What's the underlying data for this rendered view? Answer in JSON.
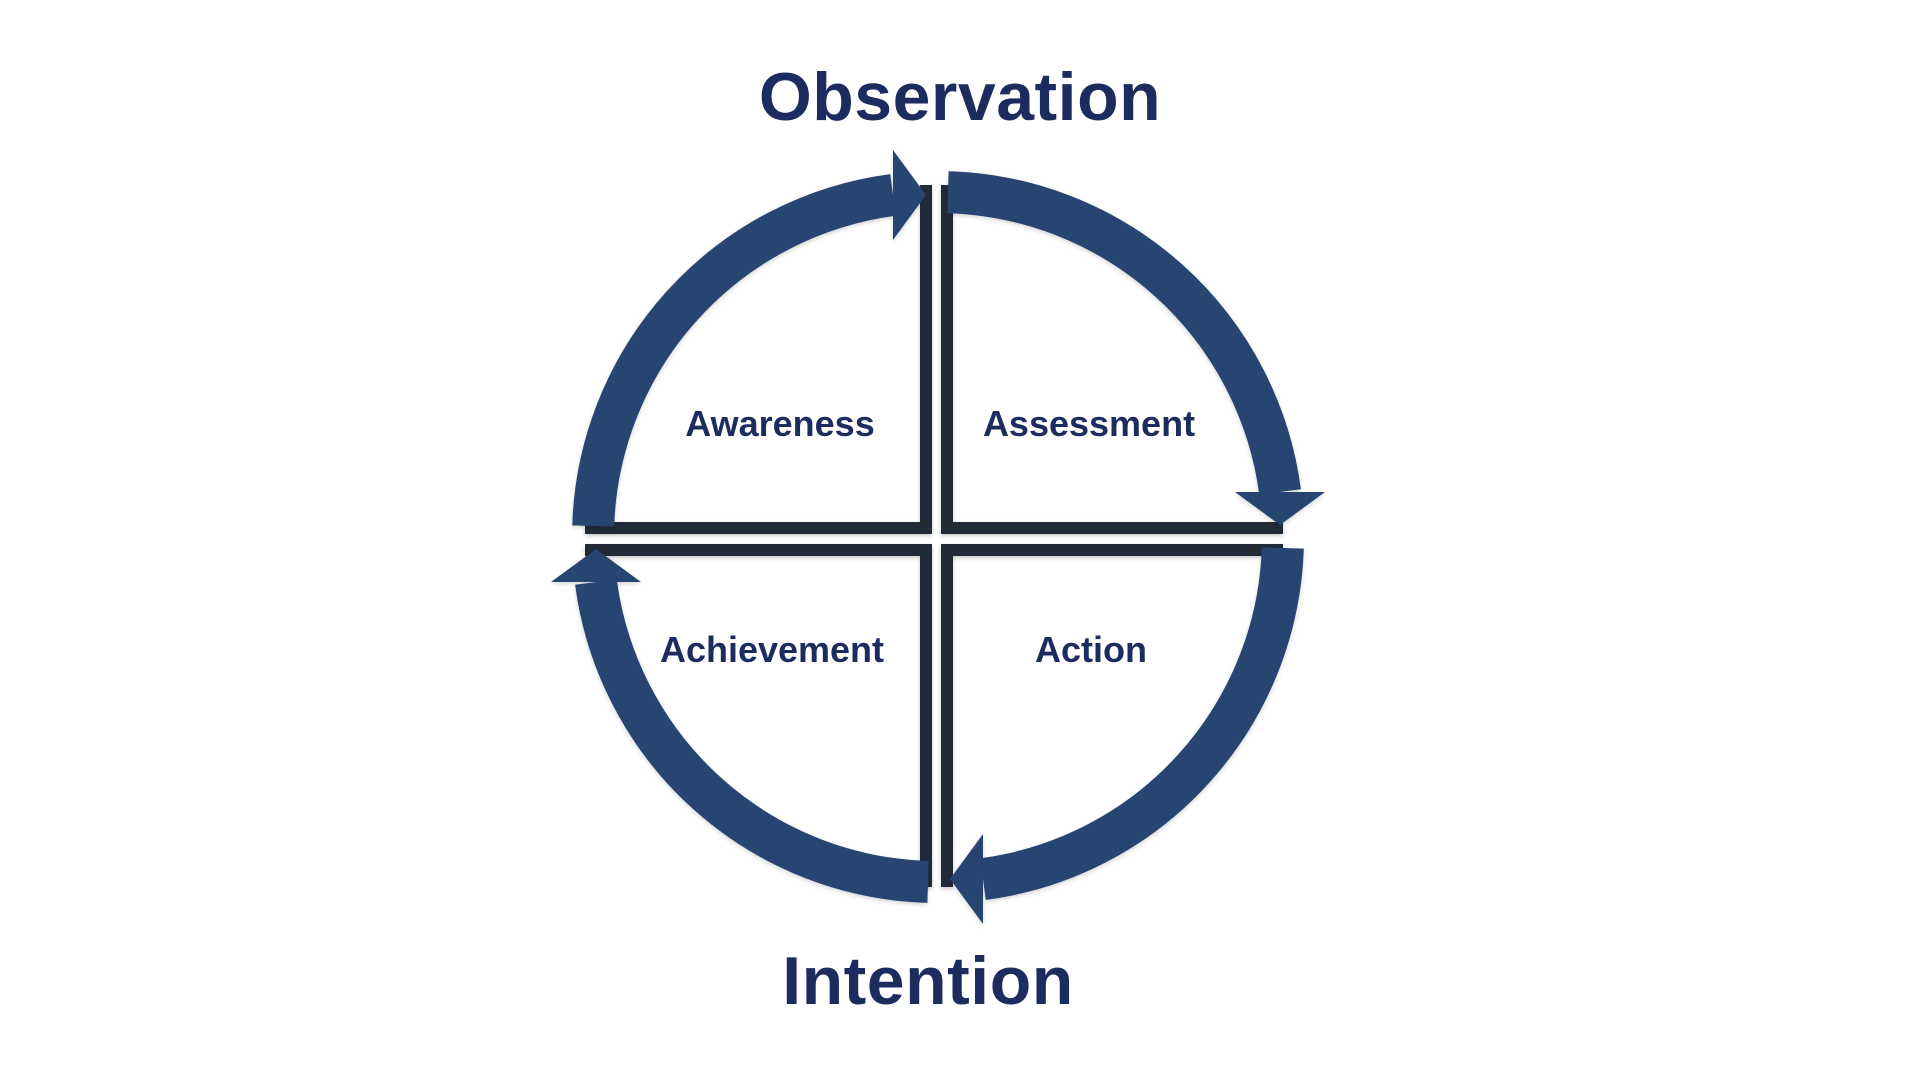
{
  "titles": {
    "top": "Observation",
    "bottom": "Intention"
  },
  "quadrants": {
    "top_left": "Awareness",
    "top_right": "Assessment",
    "bottom_right": "Action",
    "bottom_left": "Achievement"
  },
  "diagram": {
    "type": "cycle",
    "direction": "clockwise",
    "segments": 4
  },
  "icons": {
    "arrows": [
      "clockwise-arrowhead-top",
      "clockwise-arrowhead-right",
      "clockwise-arrowhead-bottom",
      "clockwise-arrowhead-left"
    ]
  },
  "colors": {
    "navy": "#274571",
    "text_navy": "#1C2C5E",
    "divider": "#242B38",
    "background": "#FFFFFF"
  }
}
